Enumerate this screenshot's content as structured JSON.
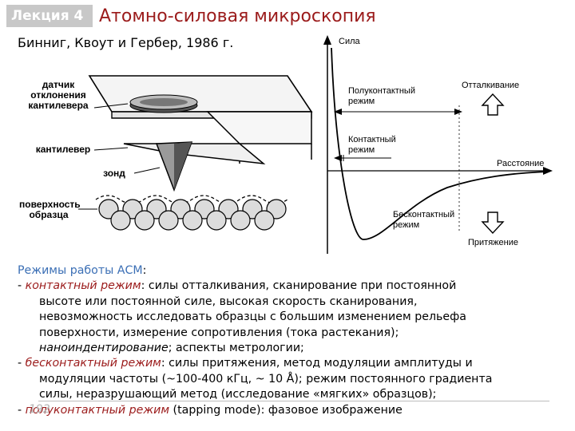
{
  "header": {
    "lecture_badge": "Лекция 4",
    "title": "Атомно-силовая микроскопия"
  },
  "authors": "Бинниг, Квоут и Гербер, 1986 г.",
  "illustration": {
    "sensor_label": "датчик отклонения кантилевера",
    "cantilever_label": "кантилевер",
    "probe_label": "зонд",
    "surface_label": "поверхность образца"
  },
  "graph": {
    "y_axis_label": "Сила",
    "x_axis_label": "Расстояние",
    "semicontact_label": "Полуконтактный режим",
    "contact_label": "Контактный режим",
    "noncontact_label": "Бесконтактный режим",
    "repulsion_label": "Отталкивание",
    "attraction_label": "Притяжение"
  },
  "text": {
    "modes_title": "Режимы работы АСМ",
    "dash": "-",
    "contact_mode": "контактный режим",
    "contact_line1": ": силы отталкивания, сканирование при постоянной",
    "contact_line2": "высоте или постоянной силе, высокая скорость сканирования,",
    "contact_line3": "невозможность исследовать образцы с большим изменением рельефа",
    "contact_line4": "поверхности, измерение сопротивления (тока растекания);",
    "nanoindentation": "наноиндентирование",
    "contact_line5": "; аспекты метрологии;",
    "noncontact_mode": "бесконтактный режим",
    "noncontact_line1": ": силы притяжения, метод модуляции амплитуды и",
    "noncontact_line2": "модуляции частоты (~100-400 кГц, ~ 10 Å); режим постоянного градиента",
    "noncontact_line3": "силы, неразрушающий метод (исследование «мягких» образцов);",
    "semicontact_mode": "полуконтактный режим",
    "semicontact_rest": " (tapping mode): фазовое изображение"
  },
  "footer": {
    "page_number": "192"
  }
}
